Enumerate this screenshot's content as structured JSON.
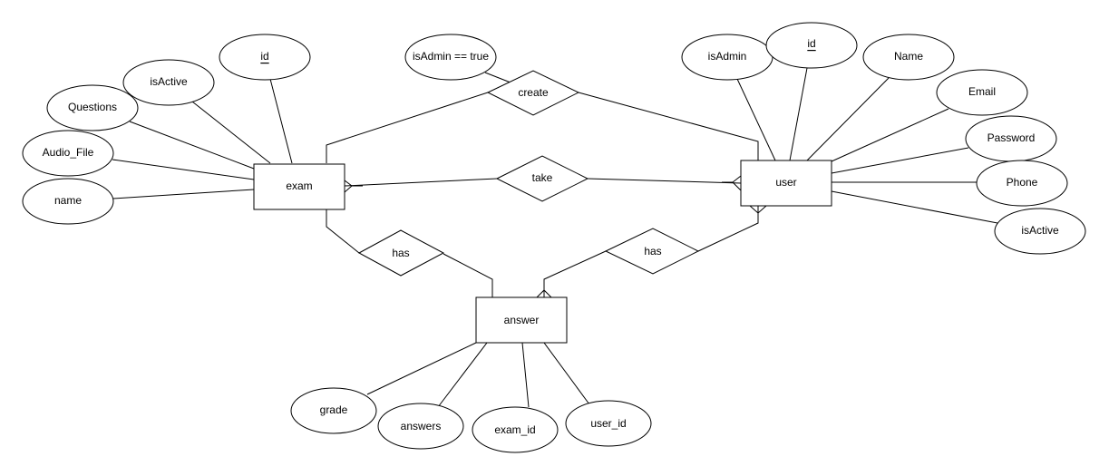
{
  "diagram": {
    "type": "entity-relationship",
    "entities": [
      {
        "id": "exam",
        "label": "exam"
      },
      {
        "id": "user",
        "label": "user"
      },
      {
        "id": "answer",
        "label": "answer"
      }
    ],
    "relationships": [
      {
        "id": "create",
        "label": "create",
        "connects": [
          "exam",
          "user"
        ],
        "condition": "isAdmin == true"
      },
      {
        "id": "take",
        "label": "take",
        "connects": [
          "exam",
          "user"
        ],
        "cardinality": "many-to-many"
      },
      {
        "id": "has_exam",
        "label": "has",
        "connects": [
          "exam",
          "answer"
        ],
        "cardinality": "one-to-many"
      },
      {
        "id": "has_user",
        "label": "has",
        "connects": [
          "user",
          "answer"
        ],
        "cardinality": "one-to-many"
      }
    ],
    "attributes": {
      "exam": [
        {
          "label": "id",
          "key": true
        },
        {
          "label": "isActive",
          "key": false
        },
        {
          "label": "Questions",
          "key": false
        },
        {
          "label": "Audio_File",
          "key": false
        },
        {
          "label": "name",
          "key": false
        }
      ],
      "user": [
        {
          "label": "isAdmin",
          "key": false
        },
        {
          "label": "id",
          "key": true
        },
        {
          "label": "Name",
          "key": false
        },
        {
          "label": "Email",
          "key": false
        },
        {
          "label": "Password",
          "key": false
        },
        {
          "label": "Phone",
          "key": false
        },
        {
          "label": "isActive",
          "key": false
        }
      ],
      "answer": [
        {
          "label": "grade",
          "key": false
        },
        {
          "label": "answers",
          "key": false
        },
        {
          "label": "exam_id",
          "key": false
        },
        {
          "label": "user_id",
          "key": false
        }
      ],
      "create": [
        {
          "label": "isAdmin == true",
          "key": false
        }
      ]
    }
  }
}
